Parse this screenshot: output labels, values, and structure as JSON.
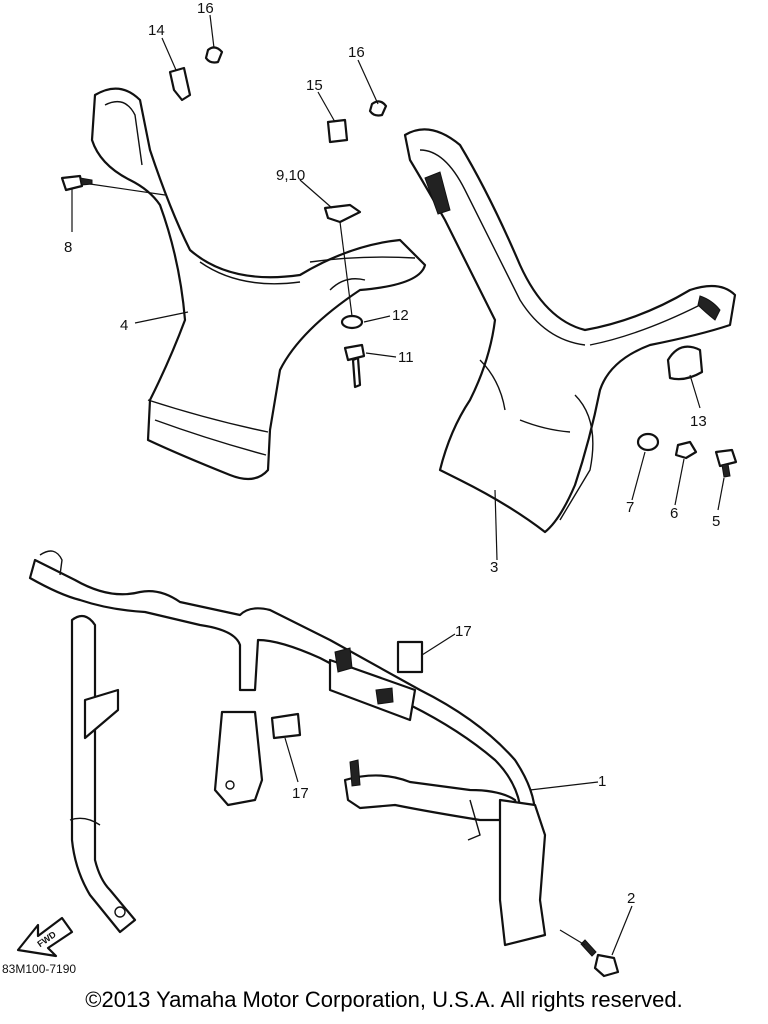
{
  "callouts": {
    "c1": "1",
    "c2": "2",
    "c3": "3",
    "c4": "4",
    "c5": "5",
    "c6": "6",
    "c7": "7",
    "c8": "8",
    "c9_10": "9,10",
    "c11": "11",
    "c12": "12",
    "c13": "13",
    "c14": "14",
    "c15": "15",
    "c16a": "16",
    "c16b": "16",
    "c17a": "17",
    "c17b": "17"
  },
  "fwd_label": "FWD",
  "diagram_code": "83M100-7190",
  "copyright": "©2013 Yamaha Motor Corporation, U.S.A. All rights reserved."
}
